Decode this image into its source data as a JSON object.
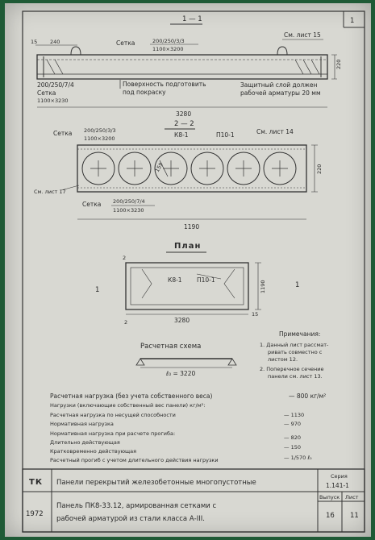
{
  "sheet_number": "1",
  "section_1": {
    "label": "1 — 1",
    "dim_15": "15",
    "dim_240": "240",
    "mesh_top": "Сетка",
    "mesh_top_spec": "200/250/3/3",
    "mesh_top_size": "1100×3200",
    "mesh_small_spec": "200/250/7/4",
    "mesh_bottom": "Сетка",
    "mesh_bottom_size": "1100×3230",
    "surface_note_1": "Поверхность подготовить",
    "surface_note_2": "под покраску",
    "see_sheet_15": "См. лист 15",
    "dim_220": "220",
    "cover_note_1": "Защитный слой должен",
    "cover_note_2": "рабочей арматуры 20 мм",
    "dim_3280": "3280"
  },
  "section_2": {
    "label": "2 — 2",
    "mesh": "Сетка",
    "mesh_spec": "200/250/3/3",
    "mesh_size": "1100×3200",
    "kv": "К8-1",
    "p10": "П10-1",
    "see_sheet_14": "См. лист 14",
    "dim_220": "220",
    "dim_159": "159",
    "see_sheet_17": "См. лист 17",
    "mesh_bottom": "Сетка",
    "mesh_bottom_spec": "200/250/7/4",
    "mesh_bottom_size": "1100×3230",
    "dim_1190": "1190"
  },
  "plan": {
    "title": "План",
    "cut_2": "2",
    "cut_1": "1",
    "kv": "К8-1",
    "p10": "П10-1",
    "dim_1190": "1190",
    "dim_3280": "3280",
    "dim_15": "15"
  },
  "scheme": {
    "title": "Расчетная схема",
    "span": "ℓ₀ = 3220"
  },
  "notes": {
    "title": "Примечания:",
    "n1_1": "1. Данный лист рассмат-",
    "n1_2": "ривать совместно с",
    "n1_3": "листом 12.",
    "n2_1": "2. Поперечное сечение",
    "n2_2": "панели см. лист 13."
  },
  "loads": [
    {
      "label": "Расчетная нагрузка (без учета собственного веса)",
      "value": "— 800 кг/м²"
    },
    {
      "label": "Нагрузки (включающие собственный вес панели) кг/м²:",
      "value": ""
    },
    {
      "label": "Расчетная нагрузка по несущей способности",
      "value": "— 1130"
    },
    {
      "label": "Нормативная нагрузка",
      "value": "— 970"
    },
    {
      "label": "Нормативная нагрузка при расчете прогиба:",
      "value": ""
    },
    {
      "label": "Длительно действующая",
      "value": "— 820"
    },
    {
      "label": "Кратковременно действующая",
      "value": "— 150"
    },
    {
      "label": "Расчетный прогиб с учетом длительного действия нагрузки",
      "value": "— 1/570 ℓ₀"
    }
  ],
  "title_block": {
    "tk": "ТК",
    "year": "1972",
    "title_1": "Панели перекрытий железобетонные многопустотные",
    "title_2": "Панель ПК8-33.12, армированная сетками с",
    "title_3": "рабочей арматурой из стали класса А-III.",
    "series_label": "Серия",
    "series_value": "1.141-1",
    "issue_label": "Выпуск",
    "issue_value": "16",
    "sheet_label": "Лист",
    "sheet_value": "11"
  }
}
